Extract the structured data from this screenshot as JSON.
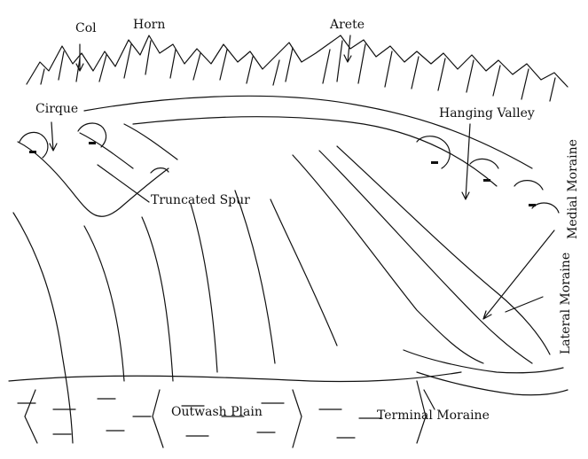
{
  "labels": {
    "col": "Col",
    "horn": "Horn",
    "arete": "Arete",
    "cirque": "Cirque",
    "hanging_valley": "Hanging Valley",
    "truncated_spur": "Truncated Spur",
    "medial_moraine": "Medial Moraine",
    "lateral_moraine": "Lateral Moraine",
    "outwash_plain": "Outwash Plain",
    "terminal_moraine": "Terminal Moraine"
  },
  "colors": {
    "ink": "#111111",
    "paper": "#ffffff"
  }
}
